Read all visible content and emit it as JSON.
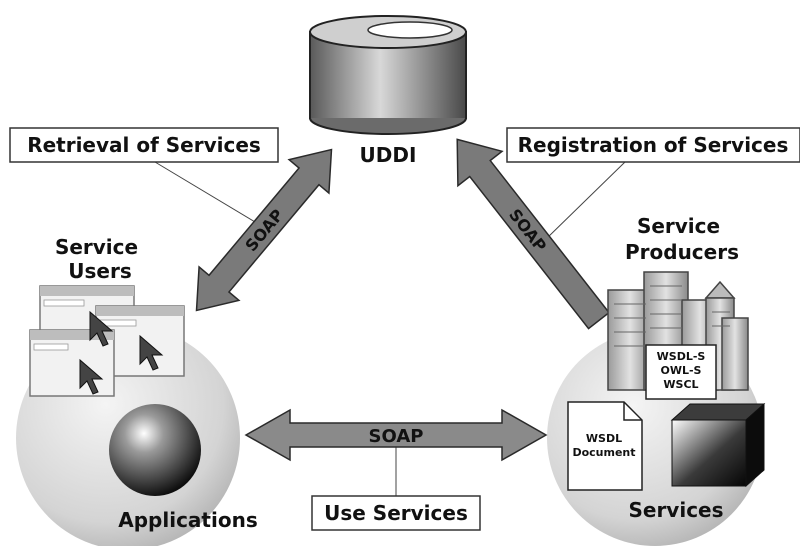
{
  "nodes": {
    "uddi": "UDDI",
    "service_users": [
      "Service",
      "Users"
    ],
    "service_producers": [
      "Service",
      "Producers"
    ],
    "applications": "Applications",
    "services": "Services"
  },
  "labels": {
    "retrieval": "Retrieval of Services",
    "registration": "Registration of Services",
    "use": "Use Services"
  },
  "arrows": {
    "left": "SOAP",
    "right": "SOAP",
    "bottom": "SOAP"
  },
  "documents": {
    "wsdl_s": "WSDL-S",
    "owl_s": "OWL-S",
    "wscl": "WSCL",
    "wsdl": "WSDL",
    "document": "Document"
  }
}
